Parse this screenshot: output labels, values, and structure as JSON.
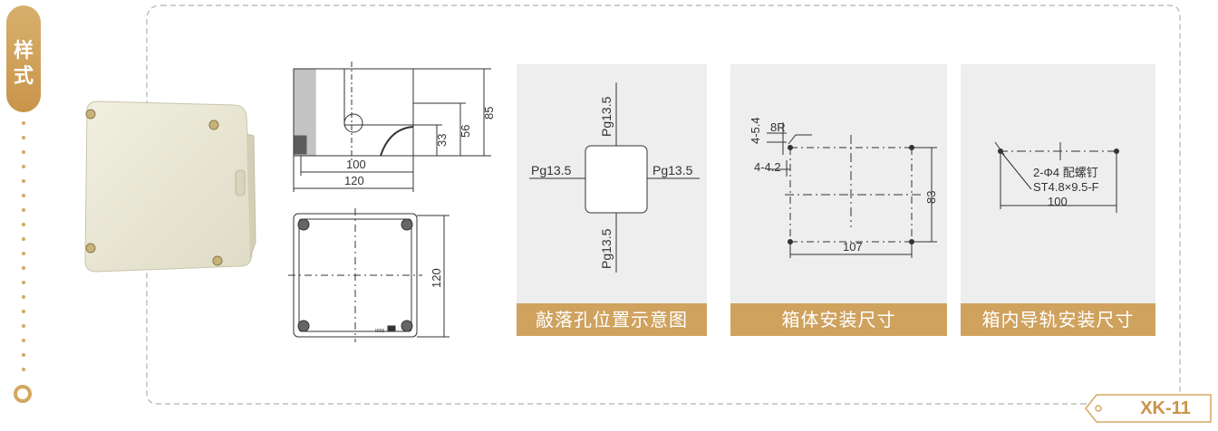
{
  "style_tab": {
    "chars": [
      "样",
      "式"
    ]
  },
  "product_photo": {
    "description_icon": "junction-box-icon"
  },
  "side_view": {
    "dims": {
      "inner_width": "100",
      "outer_width": "120",
      "height_total": "85",
      "height_mid": "56",
      "height_low": "33"
    }
  },
  "top_view": {
    "dims": {
      "height": "120"
    },
    "rating_mark": "IP65"
  },
  "cards": {
    "knockout": {
      "title": "敲落孔位置示意图",
      "labels": {
        "top": "Pg13.5",
        "left": "Pg13.5",
        "right": "Pg13.5",
        "bottom": "Pg13.5"
      }
    },
    "mount": {
      "title": "箱体安装尺寸",
      "labels": {
        "hole": "4-5.4",
        "radius": "8R",
        "inset": "4-4.2",
        "width": "107",
        "height": "83"
      }
    },
    "rail": {
      "title": "箱内导轨安装尺寸",
      "labels": {
        "screw": "2-Φ4 配螺钉",
        "spec": "ST4.8×9.5-F",
        "width": "100"
      }
    }
  },
  "model": {
    "code": "XK-11"
  },
  "colors": {
    "accent": "#cfa25e",
    "card_bg": "#eeeeee",
    "frame": "#aaaaaa",
    "line": "#333333"
  }
}
